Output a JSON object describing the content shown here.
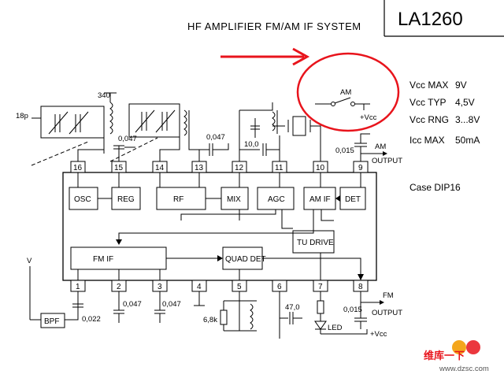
{
  "header": {
    "title": "HF AMPLIFIER   FM/AM IF SYSTEM",
    "chip": "LA1260"
  },
  "specs": [
    {
      "label": "Vcc MAX",
      "value": "9V"
    },
    {
      "label": "Vcc TYP",
      "value": "4,5V"
    },
    {
      "label": "Vcc RNG",
      "value": "3...8V"
    },
    {
      "label": "Icc MAX",
      "value": "50mA"
    }
  ],
  "case_label": "Case  DIP16",
  "blocks": {
    "osc": "OSC",
    "reg": "REG",
    "rf": "RF",
    "mix": "MIX",
    "agc": "AGC",
    "amif": "AM IF",
    "det": "DET",
    "tudrive": "TU DRIVE",
    "fmif": "FM IF",
    "quaddet": "QUAD DET",
    "bpf": "BPF"
  },
  "pins_top": [
    "16",
    "15",
    "14",
    "13",
    "12",
    "11",
    "10",
    "9"
  ],
  "pins_bottom": [
    "1",
    "2",
    "3",
    "4",
    "5",
    "6",
    "7",
    "8"
  ],
  "components": {
    "c_18p": "18p",
    "c_340": "340",
    "c_0047_top": "0,047",
    "c_0047_r": "0,047",
    "c_100": "10,0",
    "c_0015_top": "0,015",
    "am_output": [
      "AM",
      "OUTPUT"
    ],
    "am_switch": "AM",
    "vcc_switch": "+Vcc",
    "c_0022": "0,022",
    "c_0047_b2": "0,047",
    "c_0047_b3": "0,047",
    "r_68k": "6,8k",
    "c_470": "47,0",
    "led": "LED",
    "c_0015_bot": "0,015",
    "fm_output": [
      "FM",
      "OUTPUT"
    ],
    "vcc_bottom": "+Vcc",
    "antenna": "V"
  },
  "watermark": {
    "line1": "维库一下",
    "line2": "www.dzsc.com"
  },
  "annotation_colors": {
    "arrow": "#e8141c",
    "circle": "#e8141c"
  }
}
